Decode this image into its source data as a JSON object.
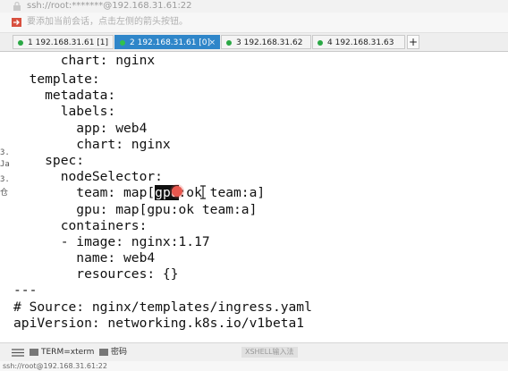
{
  "window": {
    "title": "ssh://root:*******@192.168.31.61:22",
    "hint": "要添加当前会话，点击左侧的箭头按钮。"
  },
  "tabs": [
    {
      "label": "1 192.168.31.61 [1]",
      "active": false
    },
    {
      "label": "2 192.168.31.61 [0]",
      "active": true
    },
    {
      "label": "3 192.168.31.62",
      "active": false
    },
    {
      "label": "4 192.168.31.63",
      "active": false
    }
  ],
  "add_tab_label": "+",
  "terminal": {
    "lines": [
      "      chart: nginx",
      "  template:",
      "    metadata:",
      "      labels:",
      "        app: web4",
      "        chart: nginx",
      "    spec:",
      "      nodeSelector:",
      "        gpu: map[gpu:ok team:a]",
      "      containers:",
      "      - image: nginx:1.17",
      "        name: web4",
      "        resources: {}",
      "---",
      "# Source: nginx/templates/ingress.yaml",
      "apiVersion: networking.k8s.io/v1beta1"
    ],
    "selected_line": {
      "before": "        team: map[",
      "selected": "gpu",
      "after": ":ok team:a]"
    },
    "left_edge_chars": [
      "3.",
      "Ja",
      "3.",
      "仓"
    ]
  },
  "status": {
    "term_label": "TERM=xterm",
    "encoding_label": "密码",
    "ime_text": "XSHELL输入法"
  },
  "bottom": {
    "connection": "ssh://root@192.168.31.61:22"
  },
  "colors": {
    "active_tab": "#2f86c9",
    "tab_dot": "#2aa845",
    "cursor_dot": "#e8574e"
  }
}
